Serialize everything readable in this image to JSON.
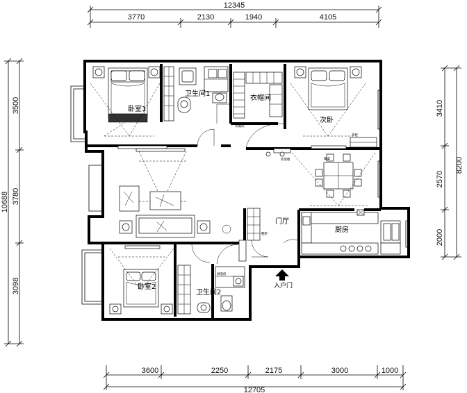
{
  "dimensions": {
    "top_total": "12345",
    "top_segments": [
      "3770",
      "2130",
      "1940",
      "4105"
    ],
    "bottom_total": "12705",
    "bottom_segments": [
      "3600",
      "2250",
      "2175",
      "3000",
      "1000"
    ],
    "left_total": "10688",
    "left_segments": [
      "3500",
      "3780",
      "3098"
    ],
    "right_segments": [
      "3410",
      "2570",
      "2000"
    ],
    "right_total": "8200"
  },
  "rooms": {
    "bedroom1": "卧室1",
    "bathroom1": "卫生间1",
    "closet": "衣帽间",
    "second_bedroom": "次卧",
    "foyer": "门厅",
    "kitchen": "厨房",
    "bedroom2": "卧室2",
    "bathroom2": "卫生间2",
    "entrance": "入户门"
  }
}
